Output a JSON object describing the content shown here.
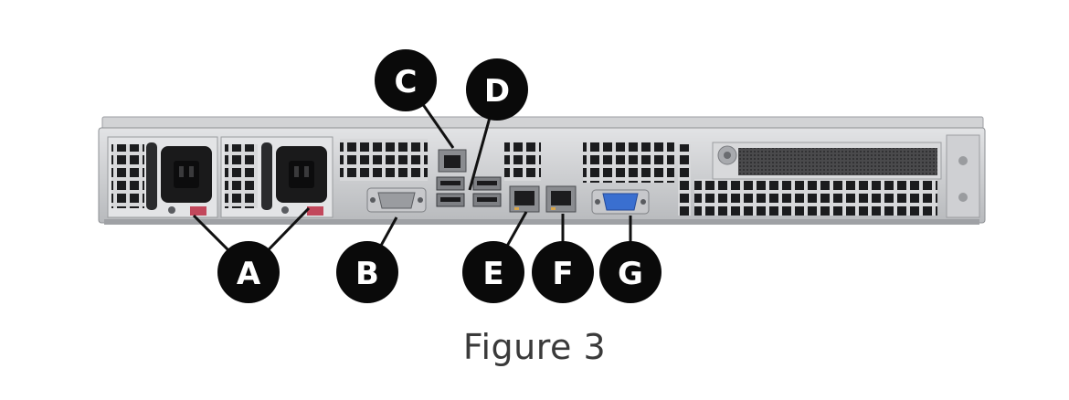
{
  "figure": {
    "caption": "Figure 3",
    "callouts": [
      {
        "id": "a",
        "letter": "A"
      },
      {
        "id": "b",
        "letter": "B"
      },
      {
        "id": "c",
        "letter": "C"
      },
      {
        "id": "d",
        "letter": "D"
      },
      {
        "id": "e",
        "letter": "E"
      },
      {
        "id": "f",
        "letter": "F"
      },
      {
        "id": "g",
        "letter": "G"
      }
    ]
  },
  "colors": {
    "callout_fill": "#0a0a0a",
    "callout_text": "#ffffff",
    "chassis": "#c9cacc",
    "chassis_dark": "#8e9094",
    "vga_blue": "#3a6fd0",
    "power_led": "#c2485c"
  }
}
